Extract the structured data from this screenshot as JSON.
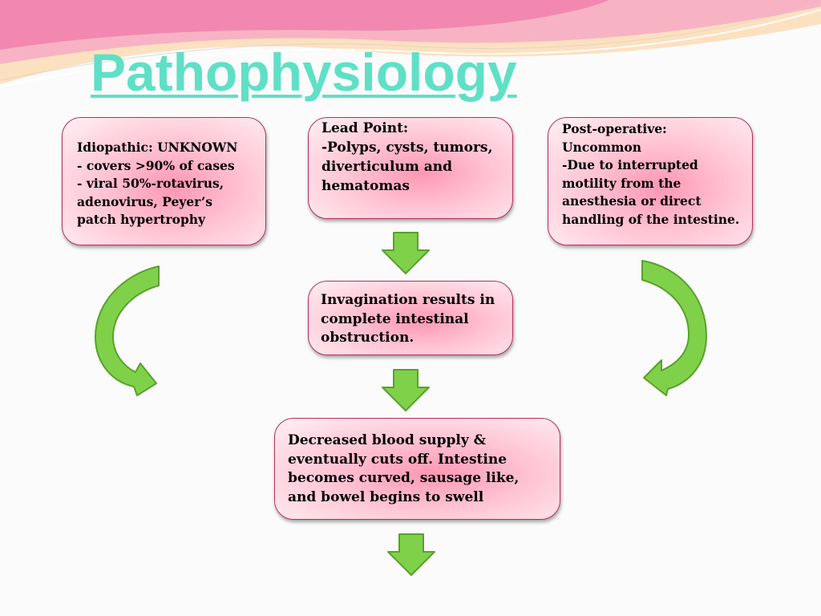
{
  "slide": {
    "title": "Pathophysiology",
    "title_color": "#5fe0c6",
    "box_border_color": "#b5305e",
    "arrow_fill_color": "#7fd14a",
    "arrow_stroke_color": "#5aa02c",
    "banner_colors": [
      "#f07aa8",
      "#f7b3c4",
      "#fce1c0"
    ]
  },
  "boxes": {
    "idiopathic": "Idiopathic: UNKNOWN\n- covers >90% of cases\n- viral 50%-rotavirus, adenovirus, Peyer’s patch hypertrophy",
    "lead_point": " Lead Point:\n-Polyps, cysts, tumors, diverticulum and hematomas",
    "post_operative": "Post-operative: Uncommon\n-Due to interrupted motility from the anesthesia or direct handling of  the intestine.",
    "invagination": "Invagination results in complete intestinal obstruction.",
    "blood_supply": "Decreased blood supply & eventually cuts off. Intestine becomes curved, sausage like, and bowel begins to swell"
  },
  "icons": [
    "down-arrow-icon",
    "curved-arrow-icon"
  ]
}
